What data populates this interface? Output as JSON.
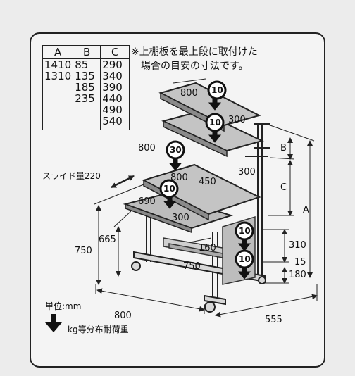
{
  "table": {
    "headers": [
      "A",
      "B",
      "C"
    ],
    "rows": [
      [
        "1410",
        "85",
        "290"
      ],
      [
        "1310",
        "135",
        "340"
      ],
      [
        "",
        "185",
        "390"
      ],
      [
        "",
        "235",
        "440"
      ],
      [
        "",
        "",
        "490"
      ],
      [
        "",
        "",
        "540"
      ]
    ]
  },
  "note": {
    "line1": "※上棚板を最上段に取付けた",
    "line2": "場合の目安の寸法です。"
  },
  "loads": [
    "10",
    "10",
    "30",
    "10",
    "10",
    "10"
  ],
  "dims": {
    "top_width": "800",
    "top_depth": "300",
    "mid_shelf_width": "800",
    "mid_shelf_depth": "300",
    "desk_width": "800",
    "desk_depth": "450",
    "desk_left_width": "800",
    "keyboard_width": "690",
    "keyboard_depth": "300",
    "slide": "スライド量220",
    "h665": "665",
    "h750": "750",
    "h310": "310",
    "h15": "15",
    "h180": "180",
    "d160": "160",
    "w750": "750",
    "base_width": "800",
    "base_depth": "555",
    "A": "A",
    "B": "B",
    "C": "C"
  },
  "legend": {
    "unit": "単位:mm",
    "load": "kg等分布耐荷重"
  }
}
